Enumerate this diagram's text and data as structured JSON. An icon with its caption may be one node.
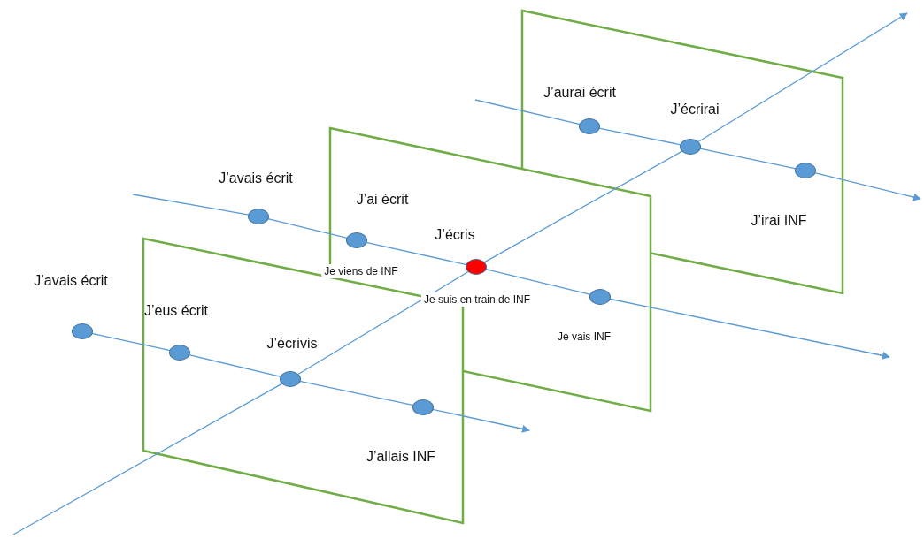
{
  "diagram": {
    "nodes": [
      {
        "text": [],
        "shape": "circle",
        "beside": [
          "J’aurai écrit"
        ]
      },
      {
        "text": [],
        "shape": "circle",
        "beside": [
          "J’écrirai"
        ]
      },
      {
        "text": [],
        "shape": "circle",
        "beside": [
          "J’irai INF"
        ]
      },
      {
        "text": [],
        "shape": "circle",
        "beside": [
          "J’avais écrit"
        ]
      },
      {
        "text": [],
        "shape": "circle",
        "beside": [
          "J’ai écrit"
        ]
      },
      {
        "text": [],
        "shape": "circle",
        "beside": [
          "J’écris"
        ]
      },
      {
        "text": [],
        "shape": "circle"
      },
      {
        "text": [],
        "shape": "circle",
        "beside": [
          "J’avais écrit"
        ]
      },
      {
        "text": [],
        "shape": "circle",
        "beside": [
          "J’eus écrit"
        ]
      },
      {
        "text": [],
        "shape": "circle",
        "beside": [
          "J’écrivis"
        ]
      },
      {
        "text": [],
        "shape": "circle",
        "beside": [
          "J’allais INF"
        ]
      }
    ],
    "edges": [
      {
        "from": null,
        "to": 0,
        "arrow": "none"
      },
      {
        "from": 0,
        "to": 1,
        "arrow": "none"
      },
      {
        "from": 1,
        "to": 2,
        "arrow": "none"
      },
      {
        "from": 2,
        "to": null,
        "arrow": "to"
      },
      {
        "from": null,
        "to": 3,
        "arrow": "none"
      },
      {
        "from": 3,
        "to": 4,
        "arrow": "none"
      },
      {
        "from": 4,
        "to": 5,
        "arrow": "none"
      },
      {
        "from": 5,
        "to": 6,
        "arrow": "none"
      },
      {
        "from": 6,
        "to": null,
        "arrow": "to"
      },
      {
        "from": 7,
        "to": 8,
        "arrow": "none"
      },
      {
        "from": 8,
        "to": 9,
        "arrow": "none"
      },
      {
        "from": 9,
        "to": 10,
        "arrow": "none"
      },
      {
        "from": 10,
        "to": null,
        "arrow": "to"
      },
      {
        "from": null,
        "to": 9,
        "arrow": "none"
      },
      {
        "from": 9,
        "to": 5,
        "arrow": "none"
      },
      {
        "from": 5,
        "to": 1,
        "arrow": "none"
      },
      {
        "from": 1,
        "to": null,
        "arrow": "to"
      }
    ],
    "labels": [
      "Je viens de INF",
      "Je suis en train de INF",
      "Je vais INF"
    ]
  }
}
